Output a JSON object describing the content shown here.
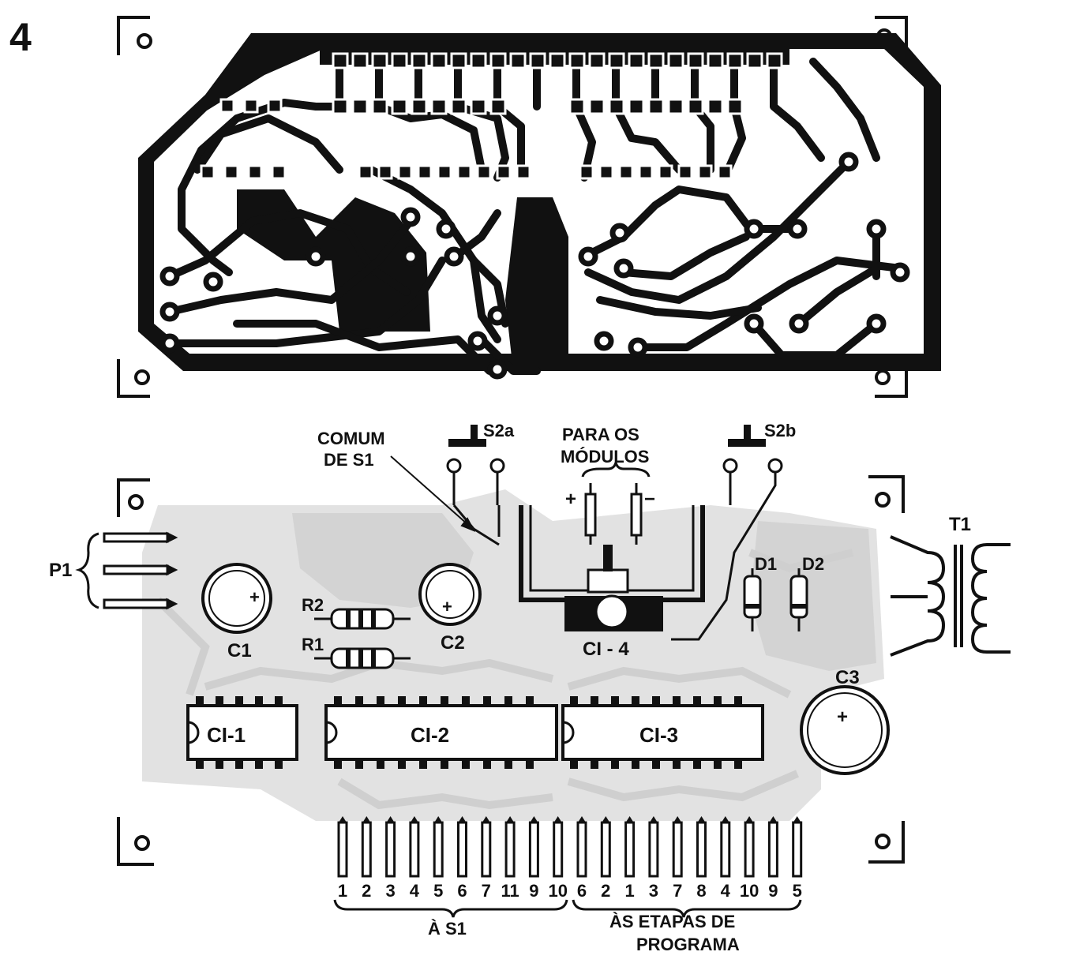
{
  "figure_number": "4",
  "pcb_top": {
    "description": "copper-side printed circuit pattern"
  },
  "labels": {
    "comum": "COMUM",
    "de_s1": "DE S1",
    "s2a": "S2a",
    "s2b": "S2b",
    "para_os": "PARA OS",
    "modulos": "MÓDULOS",
    "plus": "+",
    "minus": "−",
    "p1": "P1",
    "c1": "C1",
    "c2": "C2",
    "c3": "C3",
    "r1": "R1",
    "r2": "R2",
    "d1": "D1",
    "d2": "D2",
    "t1": "T1",
    "ci1": "CI-1",
    "ci2": "CI-2",
    "ci3": "CI-3",
    "ci4": "CI - 4",
    "a_s1": "À S1",
    "etapas_line1": "ÀS ETAPAS DE",
    "etapas_line2": "PROGRAMA"
  },
  "pin_numbers": [
    "1",
    "2",
    "3",
    "4",
    "5",
    "6",
    "7",
    "11",
    "9",
    "10",
    "6",
    "2",
    "1",
    "3",
    "7",
    "8",
    "4",
    "10",
    "9",
    "5"
  ]
}
